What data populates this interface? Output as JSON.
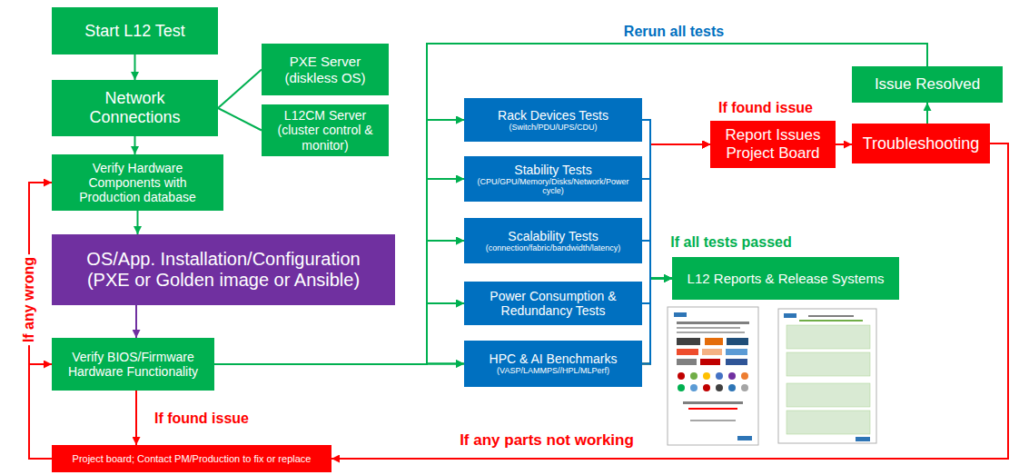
{
  "diagram": {
    "nodes": [
      {
        "text": [
          "Start L12 Test"
        ]
      },
      {
        "text": [
          "Network Connections"
        ]
      },
      {
        "text": [
          "PXE Server (diskless OS)"
        ]
      },
      {
        "text": [
          "L12CM Server (cluster control & monitor)"
        ]
      },
      {
        "text": [
          "Verify Hardware Components with Production database"
        ]
      },
      {
        "text": [
          "OS/App. Installation/Configuration",
          "(PXE or Golden image or Ansible)"
        ]
      },
      {
        "text": [
          "Verify BIOS/Firmware Hardware Functionality"
        ]
      },
      {
        "text": [
          "Project board; Contact PM/Production to fix or replace"
        ]
      },
      {
        "text": [
          "Rack Devices Tests",
          "(Switch/PDU/UPS/CDU)"
        ]
      },
      {
        "text": [
          "Stability Tests",
          "(CPU/GPU/Memory/Disks/Network/Power cycle)"
        ]
      },
      {
        "text": [
          "Scalability Tests",
          "(connection/fabric/bandwidth/latency)"
        ]
      },
      {
        "text": [
          "Power Consumption & Redundancy Tests"
        ]
      },
      {
        "text": [
          "HPC & AI Benchmarks",
          "(VASP/LAMMPS//HPL/MLPerf)"
        ]
      },
      {
        "text": [
          "Report Issues Project Board"
        ]
      },
      {
        "text": [
          "Troubleshooting"
        ]
      },
      {
        "text": [
          "Issue Resolved"
        ]
      },
      {
        "text": [
          "L12 Reports & Release Systems"
        ]
      }
    ],
    "edges": [
      {
        "from": 0,
        "to": 1,
        "arrow": "to"
      },
      {
        "from": 1,
        "to": 2,
        "arrow": "none"
      },
      {
        "from": 1,
        "to": 3,
        "arrow": "none"
      },
      {
        "from": 1,
        "to": 4,
        "arrow": "to"
      },
      {
        "from": 4,
        "to": 5,
        "arrow": "to"
      },
      {
        "from": 5,
        "to": 6,
        "arrow": "to"
      },
      {
        "from": 6,
        "to": 7,
        "arrow": "to",
        "label": "If found issue"
      },
      {
        "from": 7,
        "to": 4,
        "arrow": "to",
        "label": "If any wrong"
      },
      {
        "from": 7,
        "to": 6,
        "arrow": "to"
      },
      {
        "from": 6,
        "to": 8,
        "arrow": "to"
      },
      {
        "from": 6,
        "to": 9,
        "arrow": "to"
      },
      {
        "from": 6,
        "to": 10,
        "arrow": "to"
      },
      {
        "from": 6,
        "to": 11,
        "arrow": "to"
      },
      {
        "from": 6,
        "to": 12,
        "arrow": "to"
      },
      {
        "from": 15,
        "to": 8,
        "arrow": "to",
        "label": "Rerun all tests"
      },
      {
        "from": 15,
        "to": 9,
        "arrow": "to"
      },
      {
        "from": 15,
        "to": 10,
        "arrow": "to"
      },
      {
        "from": 15,
        "to": 11,
        "arrow": "to"
      },
      {
        "from": 15,
        "to": 12,
        "arrow": "to"
      },
      {
        "from": 8,
        "to": 13,
        "arrow": "to",
        "label": "If found issue"
      },
      {
        "from": 9,
        "to": 13,
        "arrow": "to"
      },
      {
        "from": 10,
        "to": 13,
        "arrow": "to"
      },
      {
        "from": 11,
        "to": 13,
        "arrow": "to"
      },
      {
        "from": 12,
        "to": 13,
        "arrow": "to"
      },
      {
        "from": 8,
        "to": 16,
        "arrow": "to",
        "label": "If all tests passed"
      },
      {
        "from": 9,
        "to": 16,
        "arrow": "to"
      },
      {
        "from": 10,
        "to": 16,
        "arrow": "to"
      },
      {
        "from": 11,
        "to": 16,
        "arrow": "to"
      },
      {
        "from": 12,
        "to": 16,
        "arrow": "to"
      },
      {
        "from": 13,
        "to": 14,
        "arrow": "to"
      },
      {
        "from": 14,
        "to": 15,
        "arrow": "to"
      },
      {
        "from": 14,
        "to": 7,
        "arrow": "to",
        "label": "If any parts not working"
      }
    ]
  }
}
